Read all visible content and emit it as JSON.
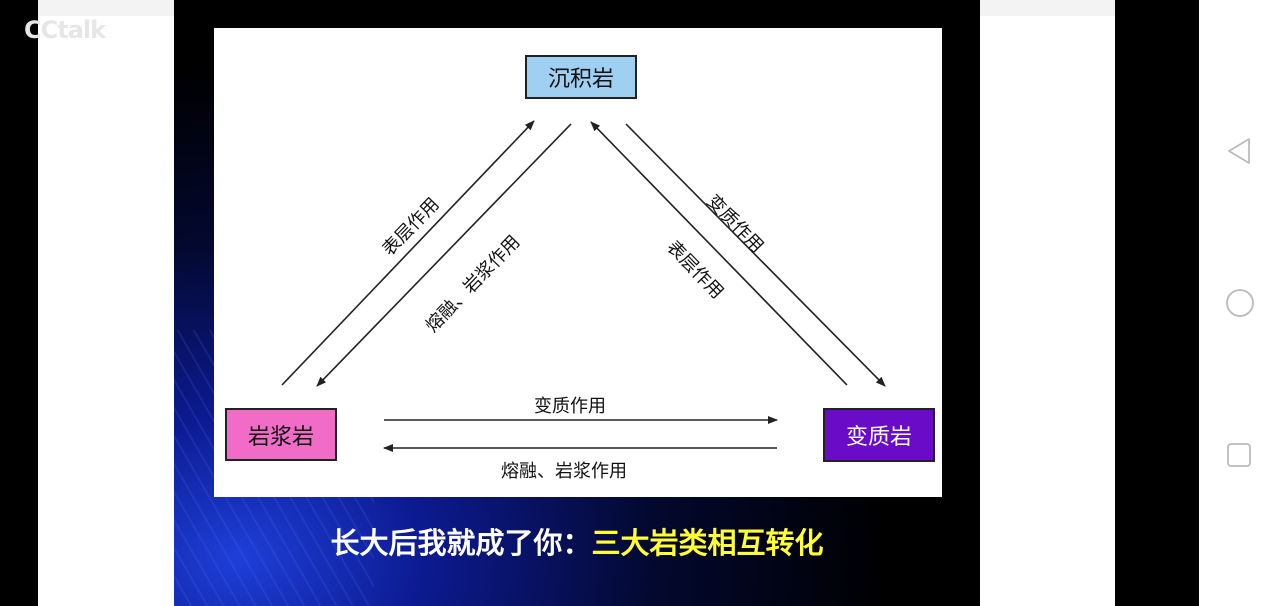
{
  "app": {
    "logo": "CCtalk"
  },
  "diagram": {
    "rocks": {
      "sedimentary": "沉积岩",
      "igneous": "岩浆岩",
      "metamorphic": "变质岩"
    },
    "labels": {
      "left_outer": "表层作用",
      "left_inner": "熔融、岩浆作用",
      "right_outer": "变质作用",
      "right_inner": "表层作用",
      "bottom_top": "变质作用",
      "bottom_bottom": "熔融、岩浆作用"
    },
    "colors": {
      "sedimentary": "#9fd0f2",
      "igneous": "#f06cc7",
      "metamorphic": "#6a0bc7"
    }
  },
  "subtitle": {
    "prefix": "长大后我就成了你：",
    "highlight": "三大岩类相互转化"
  },
  "nav": {
    "back": "back-icon",
    "home": "home-icon",
    "recents": "recents-icon"
  }
}
